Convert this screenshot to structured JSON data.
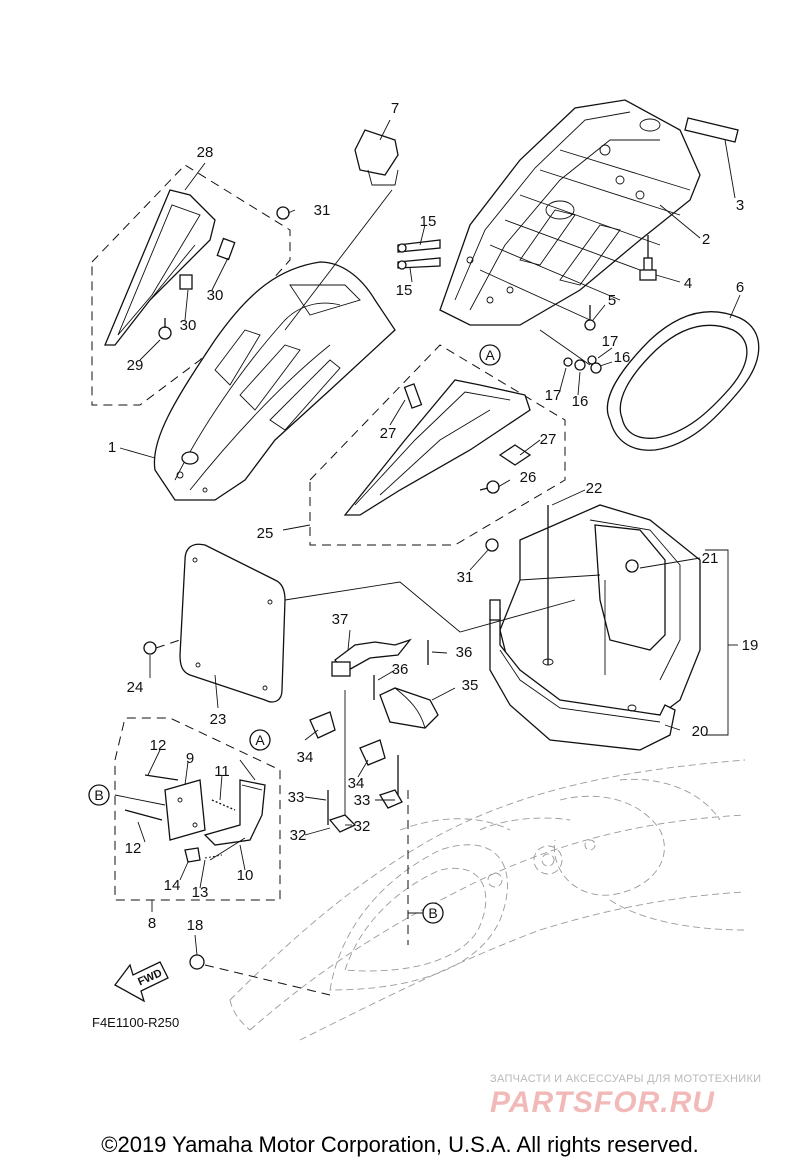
{
  "diagram": {
    "drawing_code": "F4E1100-R250",
    "fwd_label": "FWD",
    "callouts": {
      "A": "A",
      "B": "B"
    },
    "parts": [
      {
        "id": "p1",
        "label": "1"
      },
      {
        "id": "p2",
        "label": "2"
      },
      {
        "id": "p3",
        "label": "3"
      },
      {
        "id": "p4",
        "label": "4"
      },
      {
        "id": "p5",
        "label": "5"
      },
      {
        "id": "p6",
        "label": "6"
      },
      {
        "id": "p7",
        "label": "7"
      },
      {
        "id": "p8",
        "label": "8"
      },
      {
        "id": "p9",
        "label": "9"
      },
      {
        "id": "p10",
        "label": "10"
      },
      {
        "id": "p11",
        "label": "11"
      },
      {
        "id": "p12a",
        "label": "12"
      },
      {
        "id": "p12b",
        "label": "12"
      },
      {
        "id": "p13",
        "label": "13"
      },
      {
        "id": "p14",
        "label": "14"
      },
      {
        "id": "p15a",
        "label": "15"
      },
      {
        "id": "p15b",
        "label": "15"
      },
      {
        "id": "p16a",
        "label": "16"
      },
      {
        "id": "p16b",
        "label": "16"
      },
      {
        "id": "p17a",
        "label": "17"
      },
      {
        "id": "p17b",
        "label": "17"
      },
      {
        "id": "p18",
        "label": "18"
      },
      {
        "id": "p19",
        "label": "19"
      },
      {
        "id": "p20",
        "label": "20"
      },
      {
        "id": "p21",
        "label": "21"
      },
      {
        "id": "p22",
        "label": "22"
      },
      {
        "id": "p23",
        "label": "23"
      },
      {
        "id": "p24",
        "label": "24"
      },
      {
        "id": "p25",
        "label": "25"
      },
      {
        "id": "p26",
        "label": "26"
      },
      {
        "id": "p27a",
        "label": "27"
      },
      {
        "id": "p27b",
        "label": "27"
      },
      {
        "id": "p28",
        "label": "28"
      },
      {
        "id": "p29",
        "label": "29"
      },
      {
        "id": "p30a",
        "label": "30"
      },
      {
        "id": "p30b",
        "label": "30"
      },
      {
        "id": "p31a",
        "label": "31"
      },
      {
        "id": "p31b",
        "label": "31"
      },
      {
        "id": "p32a",
        "label": "32"
      },
      {
        "id": "p32b",
        "label": "32"
      },
      {
        "id": "p33a",
        "label": "33"
      },
      {
        "id": "p33b",
        "label": "33"
      },
      {
        "id": "p34a",
        "label": "34"
      },
      {
        "id": "p34b",
        "label": "34"
      },
      {
        "id": "p35",
        "label": "35"
      },
      {
        "id": "p36a",
        "label": "36"
      },
      {
        "id": "p36b",
        "label": "36"
      },
      {
        "id": "p37",
        "label": "37"
      }
    ]
  },
  "watermark": {
    "line1": "ЗАПЧАСТИ И АКСЕССУАРЫ ДЛЯ МОТОТЕХНИКИ",
    "line2": "PARTSFOR.RU"
  },
  "footer": {
    "copyright": "©2019 Yamaha Motor Corporation, U.S.A. All rights reserved."
  }
}
